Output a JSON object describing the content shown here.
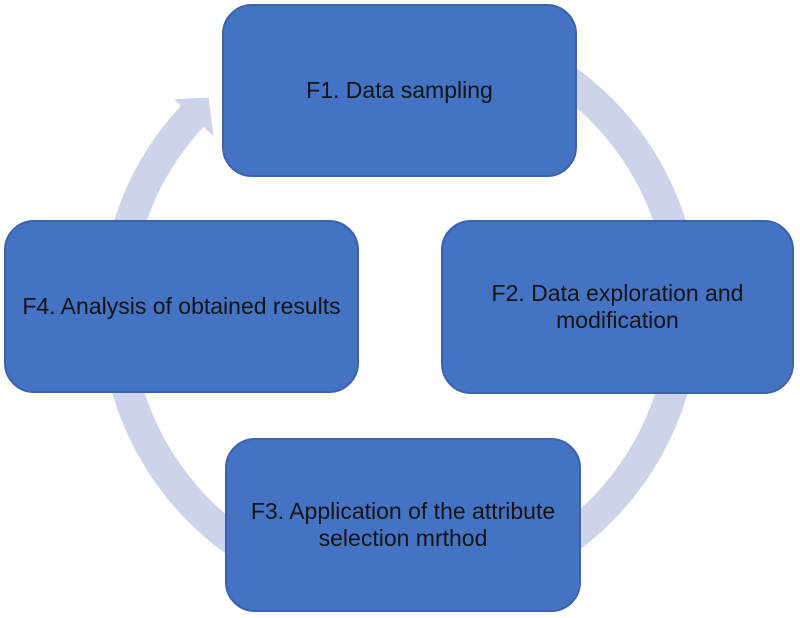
{
  "diagram": {
    "type": "cycle",
    "direction": "clockwise",
    "nodes": [
      {
        "id": "F1",
        "label": "F1. Data sampling"
      },
      {
        "id": "F2",
        "label": "F2. Data exploration and modification"
      },
      {
        "id": "F3",
        "label": "F3. Application of the attribute selection mrthod"
      },
      {
        "id": "F4",
        "label": "F4. Analysis of obtained results"
      }
    ],
    "connectors": [
      {
        "from": "F1",
        "to": "F2",
        "arrowhead_visible": false
      },
      {
        "from": "F2",
        "to": "F3",
        "arrowhead_visible": false
      },
      {
        "from": "F3",
        "to": "F4",
        "arrowhead_visible": false
      },
      {
        "from": "F4",
        "to": "F1",
        "arrowhead_visible": true
      }
    ],
    "colors": {
      "node_fill": "#4573C4",
      "node_border": "#3B63AC",
      "arrow": "#CDD4EA",
      "text": "#141414",
      "background": "#FFFFFF"
    }
  }
}
